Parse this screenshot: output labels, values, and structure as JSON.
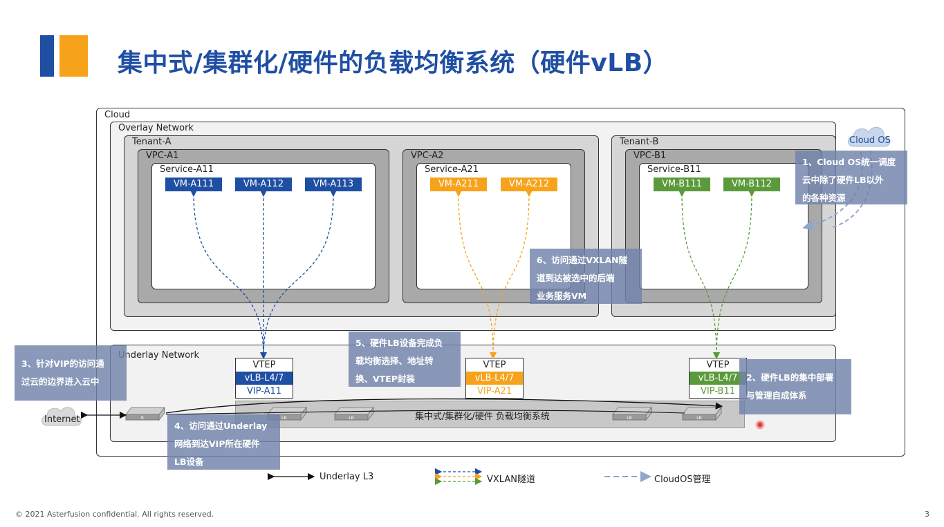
{
  "title": "集中式/集群化/硬件的负载均衡系统（硬件vLB）",
  "colors": {
    "brand_blue": "#1f4fa3",
    "orange": "#f7a21b",
    "green": "#5b9a3a"
  },
  "diagram": {
    "cloud_label": "Cloud",
    "overlay_label": "Overlay Network",
    "underlay_label": "Underlay Network",
    "cloud_os_label": "Cloud OS",
    "internet_label": "Internet",
    "tenant_a": {
      "label": "Tenant-A",
      "vpc_a1": {
        "label": "VPC-A1",
        "service": "Service-A11",
        "vms": [
          "VM-A111",
          "VM-A112",
          "VM-A113"
        ]
      },
      "vpc_a2": {
        "label": "VPC-A2",
        "service": "Service-A21",
        "vms": [
          "VM-A211",
          "VM-A212"
        ]
      }
    },
    "tenant_b": {
      "label": "Tenant-B",
      "vpc_b1": {
        "label": "VPC-B1",
        "service": "Service-B11",
        "vms": [
          "VM-B111",
          "VM-B112"
        ]
      }
    },
    "vteps": [
      {
        "vtep": "VTEP",
        "lb": "vLB-L4/7",
        "vip": "VIP-A11"
      },
      {
        "vtep": "VTEP",
        "lb": "vLB-L4/7",
        "vip": "VIP-A21"
      },
      {
        "vtep": "VTEP",
        "lb": "vLB-L4/7",
        "vip": "VIP-B11"
      }
    ],
    "lb_system_label": "集中式/集群化/硬件 负载均衡系统",
    "switch_labels": [
      "R",
      "LB",
      "LB",
      "LB",
      "LB"
    ]
  },
  "notes": {
    "n1": [
      "1、Cloud OS统一调度",
      "云中除了硬件LB以外",
      "的各种资源"
    ],
    "n2": [
      "2、硬件LB的集中部署",
      "与管理自成体系"
    ],
    "n3": [
      "3、针对VIP的访问通",
      "过云的边界进入云中"
    ],
    "n4": [
      "4、访问通过Underlay",
      "网络到达VIP所在硬件",
      "LB设备"
    ],
    "n5": [
      "5、硬件LB设备完成负",
      "载均衡选择、地址转",
      "换、VTEP封装"
    ],
    "n6": [
      "6、访问通过VXLAN隧",
      "道到达被选中的后端",
      "业务服务VM"
    ]
  },
  "legend": {
    "underlay": "Underlay L3",
    "vxlan": "VXLAN隧道",
    "cloudos": "CloudOS管理"
  },
  "footer": "© 2021 Asterfusion confidential. All rights reserved.",
  "page_number": "3"
}
